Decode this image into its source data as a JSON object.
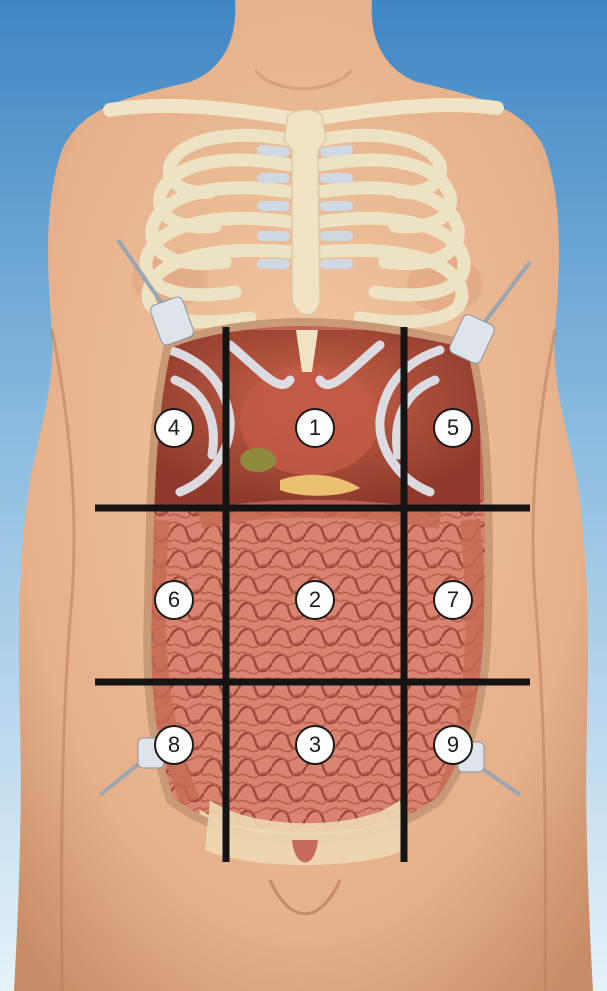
{
  "figure": {
    "subject": "abdominal regions",
    "region_numbers": [
      "1",
      "2",
      "3",
      "4",
      "5",
      "6",
      "7",
      "8",
      "9"
    ]
  },
  "colors": {
    "background_top": "#3f86c4",
    "background_bottom": "#dfeef8",
    "skin": "#e8b894",
    "skin_shadow": "#c98f6a",
    "rib": "#ece2c4",
    "cartilage": "#cfd9e4",
    "intestine": "#d9826c",
    "intestine_dark": "#a64b3d",
    "liver": "#b4553e",
    "grid_line": "#141414",
    "label_fill": "#ffffff"
  },
  "icons": [
    "retractor-icon"
  ]
}
